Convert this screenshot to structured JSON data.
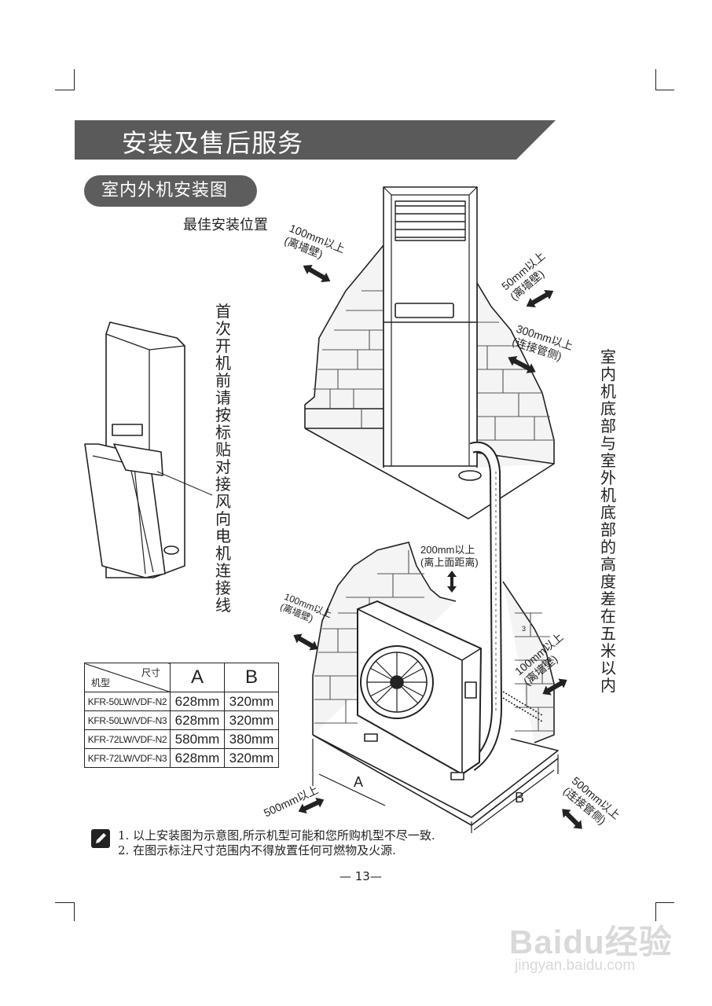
{
  "header": {
    "title": "安装及售后服务"
  },
  "section": {
    "title": "室内外机安装图"
  },
  "best_position_label": "最佳安装位置",
  "vertical_notes": {
    "first_power_on": "首次开机前请按标贴对接风向电机连接线",
    "height_difference": "室内机底部与室外机底部的高度差在五米以内"
  },
  "dimensions": {
    "indoor_left": {
      "value": "100mm以上",
      "desc": "(离墙壁)"
    },
    "indoor_right": {
      "value": "50mm以上",
      "desc": "(离墙壁)"
    },
    "indoor_pipe": {
      "value": "300mm以上",
      "desc": "(连接管侧)"
    },
    "outdoor_top": {
      "value": "200mm以上",
      "desc": "(离上面距离)"
    },
    "outdoor_left": {
      "value": "100mm以上",
      "desc": "(离墙壁)"
    },
    "outdoor_right": {
      "value": "100mm以上",
      "desc": "(离墙壁)"
    },
    "outdoor_front": {
      "value": "500mm以上"
    },
    "outdoor_pipe": {
      "value": "500mm以上",
      "desc": "(连接管侧)"
    },
    "label_a": "A",
    "label_b": "B",
    "small_marker": "3"
  },
  "spec_table": {
    "corner_size": "尺寸",
    "corner_model": "机型",
    "col_a": "A",
    "col_b": "B",
    "rows": [
      {
        "model": "KFR-50LW/VDF-N2",
        "a": "628mm",
        "b": "320mm"
      },
      {
        "model": "KFR-50LW/VDF-N3",
        "a": "628mm",
        "b": "320mm"
      },
      {
        "model": "KFR-72LW/VDF-N2",
        "a": "580mm",
        "b": "380mm"
      },
      {
        "model": "KFR-72LW/VDF-N3",
        "a": "628mm",
        "b": "320mm"
      }
    ]
  },
  "notes": [
    "1. 以上安装图为示意图,所示机型可能和您所购机型不尽一致.",
    "2. 在图示标注尺寸范围内不得放置任何可燃物及火源."
  ],
  "page_number": "— 13—",
  "watermark": {
    "brand": "Baidu经验",
    "url": "jingyan.baidu.com"
  }
}
